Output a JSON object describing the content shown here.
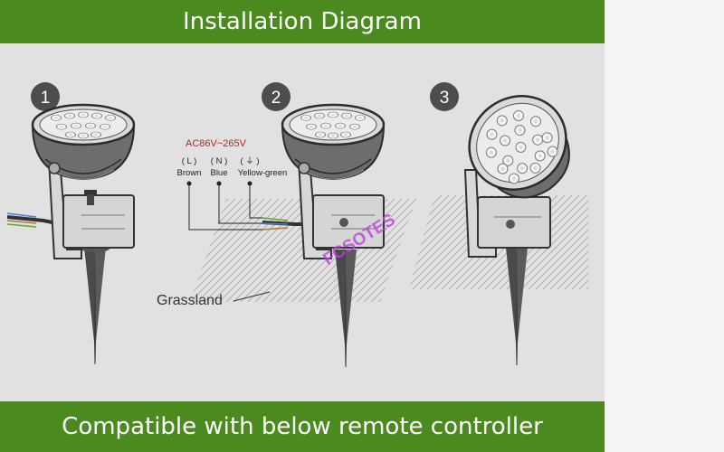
{
  "header": {
    "title": "Installation Diagram"
  },
  "footer": {
    "text": "Compatible with below remote controller"
  },
  "steps": [
    {
      "number": "1"
    },
    {
      "number": "2"
    },
    {
      "number": "3"
    }
  ],
  "wiring": {
    "voltage": "AC86V~265V",
    "terminals": [
      {
        "symbol": "( L )",
        "color_name": "Brown"
      },
      {
        "symbol": "( N )",
        "color_name": "Blue"
      },
      {
        "symbol": "( ⏚ )",
        "color_name": "Yellow-green"
      }
    ]
  },
  "ground": {
    "label": "Grassland"
  },
  "watermark": {
    "text": "FCSOTES"
  },
  "colors": {
    "banner": "#4a8a1f",
    "panel": "#e1e1e1",
    "voltage": "#d01818",
    "watermark": "#c040e0"
  }
}
